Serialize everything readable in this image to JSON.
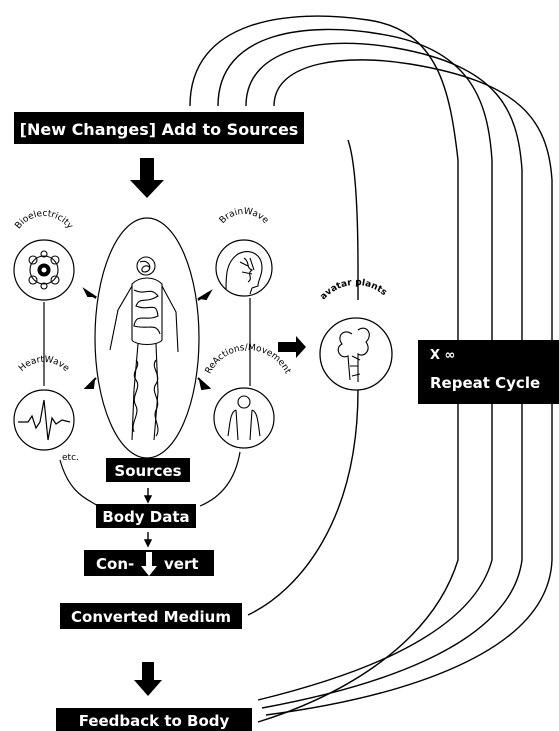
{
  "boxes": {
    "new_changes": "[New Changes] Add to Sources",
    "sources": "Sources",
    "body_data": "Body Data",
    "convert_left": "Con-",
    "convert_right": "vert",
    "converted_medium": "Converted Medium",
    "feedback": "Feedback to Body",
    "repeat_symbol": "X ∞",
    "repeat": "Repeat Cycle"
  },
  "nodes": {
    "bioelectricity": "Bioelectricity",
    "brainwave": "BrainWave",
    "heartwave": "HeartWave",
    "reactions": "ReActions/Movement",
    "etc": "etc.",
    "avatar_plants": "avatar plants"
  },
  "icons": {
    "bioelectricity": "cell-icon",
    "brainwave": "head-brain-icon",
    "heartwave": "ecg-icon",
    "reactions": "body-outline-icon",
    "avatar_plants": "plant-icon",
    "figure": "scribble-human-figure"
  },
  "colors": {
    "ink": "#000000",
    "box_fill": "#000000",
    "box_text": "#ffffff",
    "background": "#ffffff"
  }
}
